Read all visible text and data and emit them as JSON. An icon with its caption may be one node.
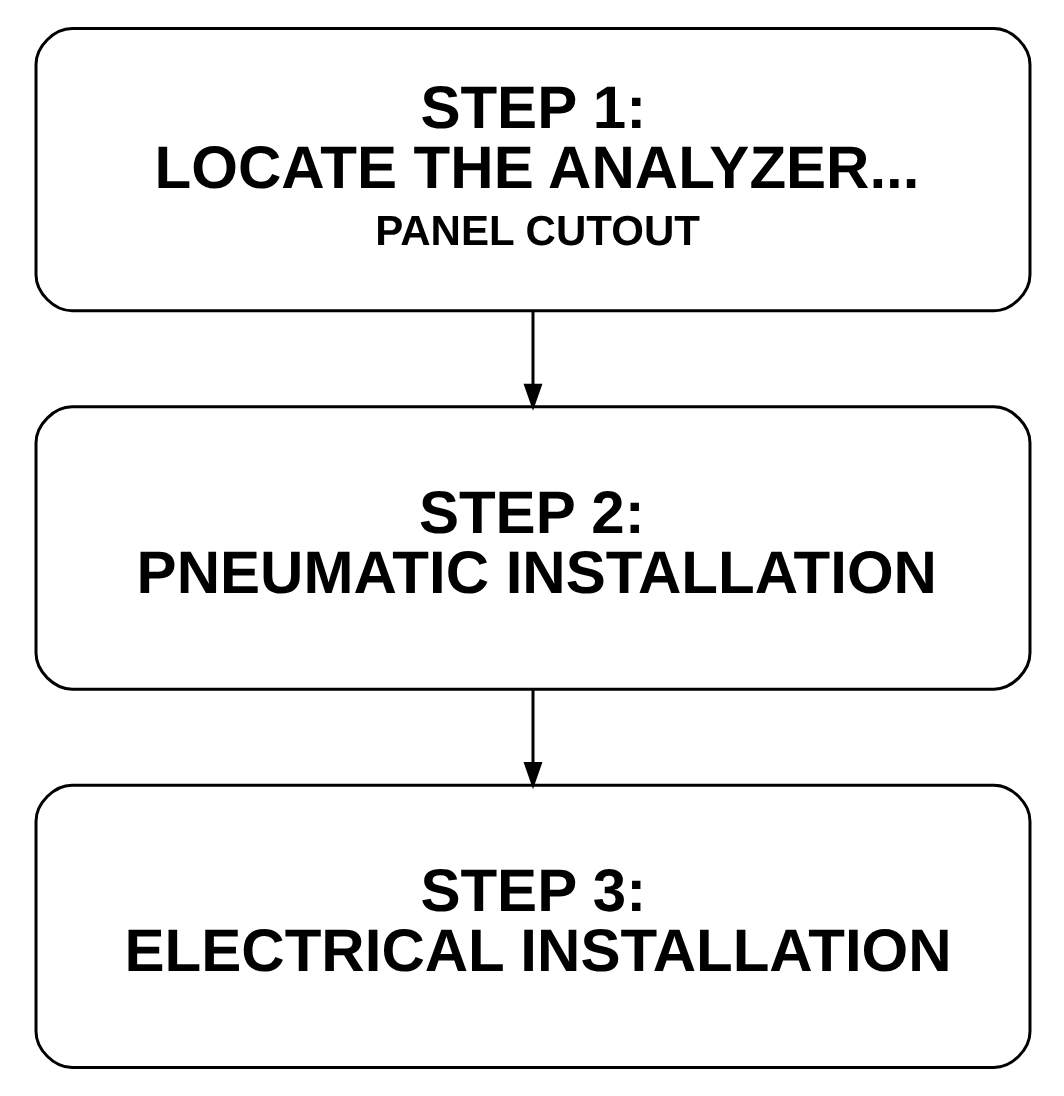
{
  "diagram": {
    "nodes": [
      {
        "text": [
          "STEP 1: LOCATE THE ANALYZER...",
          "PANEL CUTOUT"
        ]
      },
      {
        "text": [
          "STEP 2: PNEUMATIC INSTALLATION"
        ]
      },
      {
        "text": [
          "STEP 3: ELECTRICAL INSTALLATION"
        ]
      }
    ],
    "edges": [
      {
        "from": 0,
        "to": 1,
        "arrow": "to"
      },
      {
        "from": 1,
        "to": 2,
        "arrow": "to"
      }
    ]
  }
}
